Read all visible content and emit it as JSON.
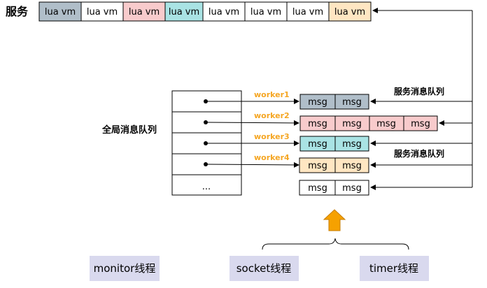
{
  "colors": {
    "gray": "#b0bec9",
    "pink": "#f8cbcc",
    "teal": "#a9e3e4",
    "orange_fill": "#ffe6c2",
    "worker": "#f5a623",
    "arrow": "#f6a100",
    "thread_bg": "#d9d9ee",
    "line": "#000000"
  },
  "services": {
    "title": "服务",
    "vms": [
      {
        "label": "lua vm",
        "color": "#b0bec9"
      },
      {
        "label": "lua vm",
        "color": "#ffffff"
      },
      {
        "label": "lua vm",
        "color": "#f8cbcc"
      },
      {
        "label": "lua vm",
        "color": "#a9e3e4"
      },
      {
        "label": "lua vm",
        "color": "#ffffff"
      },
      {
        "label": "lua vm",
        "color": "#ffffff"
      },
      {
        "label": "lua vm",
        "color": "#ffffff"
      },
      {
        "label": "lua vm",
        "color": "#ffe6c2"
      }
    ]
  },
  "global_queue": {
    "title": "全局消息队列",
    "ellipsis": "..."
  },
  "workers": [
    "worker1",
    "worker2",
    "worker3",
    "worker4"
  ],
  "service_queues": [
    {
      "cells": [
        "msg",
        "msg"
      ],
      "color": "#b0bec9"
    },
    {
      "cells": [
        "msg",
        "msg",
        "msg",
        "msg"
      ],
      "color": "#f8cbcc"
    },
    {
      "cells": [
        "msg",
        "msg"
      ],
      "color": "#a9e3e4"
    },
    {
      "cells": [
        "msg",
        "msg"
      ],
      "color": "#ffe6c2"
    },
    {
      "cells": [
        "msg",
        "msg"
      ],
      "color": "#ffffff"
    }
  ],
  "service_queue_labels": [
    "服务消息队列",
    "服务消息队列"
  ],
  "threads": [
    "monitor线程",
    "socket线程",
    "timer线程"
  ]
}
